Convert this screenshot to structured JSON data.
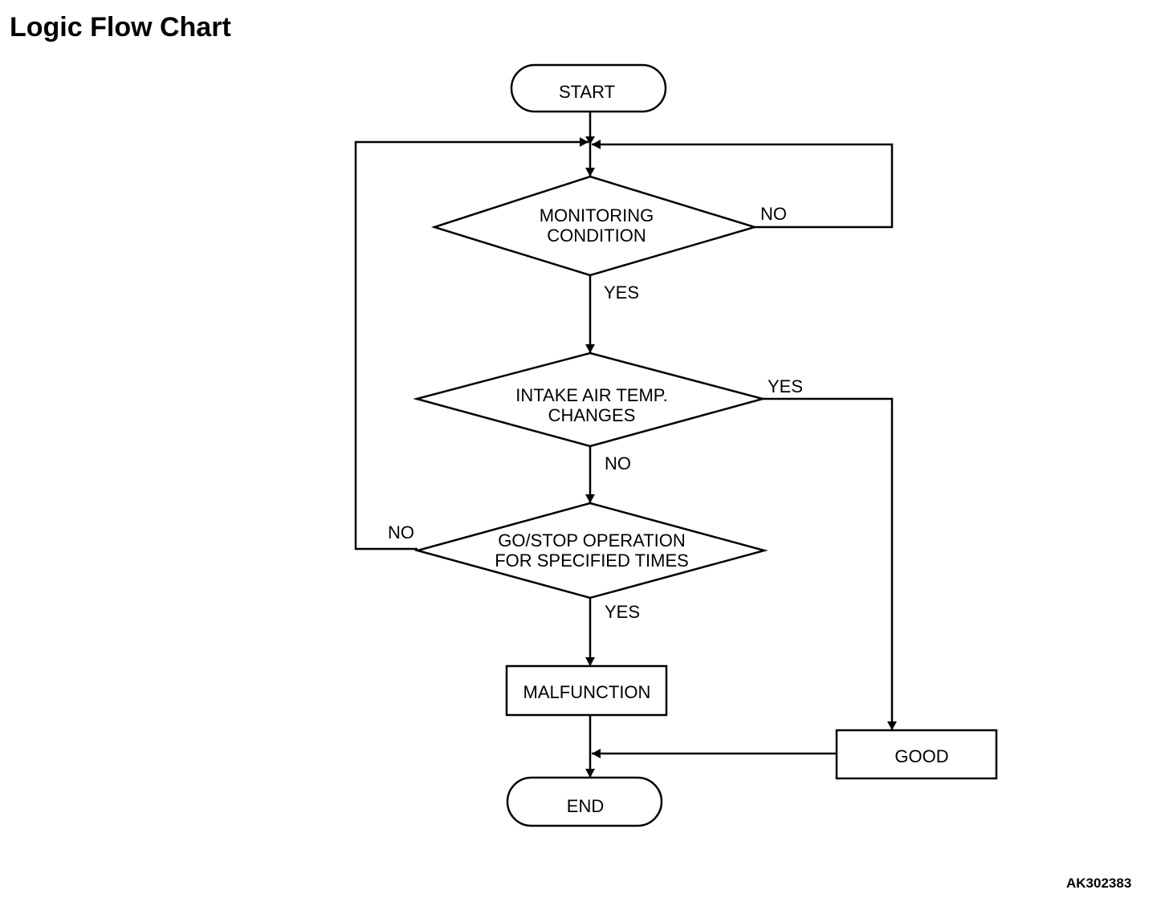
{
  "title": "Logic Flow Chart",
  "figure_code": "AK302383",
  "nodes": {
    "start": "START",
    "monitoring": [
      "MONITORING",
      "CONDITION"
    ],
    "intake": [
      "INTAKE AIR TEMP.",
      "CHANGES"
    ],
    "gostop": [
      "GO/STOP OPERATION",
      "FOR SPECIFIED TIMES"
    ],
    "malfunction": "MALFUNCTION",
    "good": "GOOD",
    "end": "END"
  },
  "edge_labels": {
    "monitoring_no": "NO",
    "monitoring_yes": "YES",
    "intake_yes": "YES",
    "intake_no": "NO",
    "gostop_no": "NO",
    "gostop_yes": "YES"
  }
}
